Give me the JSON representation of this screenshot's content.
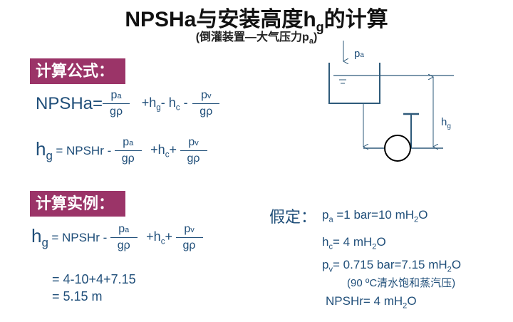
{
  "title": {
    "main": "NPSHa与安装高度h",
    "sub": "g",
    "tail": "的计算"
  },
  "subtitle": {
    "main": "(倒灌装置—大气压力p",
    "sub": "a",
    "tail": ")"
  },
  "section1": {
    "label": "计算公式："
  },
  "section2": {
    "label": "计算实例："
  },
  "formula1": {
    "lhs": "NPSHa=",
    "pa": "p",
    "pa_sub": "a",
    "den": "gρ",
    "mid1": "+h",
    "g": "g",
    "mid2": "- h",
    "c": "c",
    "mid3": " -",
    "pv": "p",
    "pv_sub": "v"
  },
  "formula2": {
    "h": "h",
    "g": "g",
    "eq": "= NPSHr -",
    "pa": "p",
    "pa_sub": "a",
    "den": "gρ",
    "plus": "+h",
    "c": "c",
    "plus2": "+",
    "pv": "p",
    "pv_sub": "v"
  },
  "example": {
    "step1": "= 4-10+4+7.15",
    "step2": "= 5.15 m"
  },
  "assumptions": {
    "label": "假定：",
    "pa": {
      "sym": "p",
      "sub": "a",
      "text": " =1 bar=10 mH",
      "h2": "2",
      "o": "O"
    },
    "hc": {
      "sym": "h",
      "sub": "c",
      "text": "= 4 mH",
      "h2": "2",
      "o": "O"
    },
    "pv": {
      "sym": "p",
      "sub": "v",
      "text": "= 0.715 bar=7.15 mH",
      "h2": "2",
      "o": "O"
    },
    "note": "(90 ºC清水饱和蒸汽压)",
    "npshr": {
      "text": "NPSHr= 4 mH",
      "h2": "2",
      "o": "O"
    }
  },
  "diagram": {
    "pa": "p",
    "pa_sub": "a",
    "hg": "h",
    "hg_sub": "g"
  },
  "colors": {
    "text": "#1f4e79",
    "badge": "#9b3468",
    "line": "#2e5a7a"
  }
}
